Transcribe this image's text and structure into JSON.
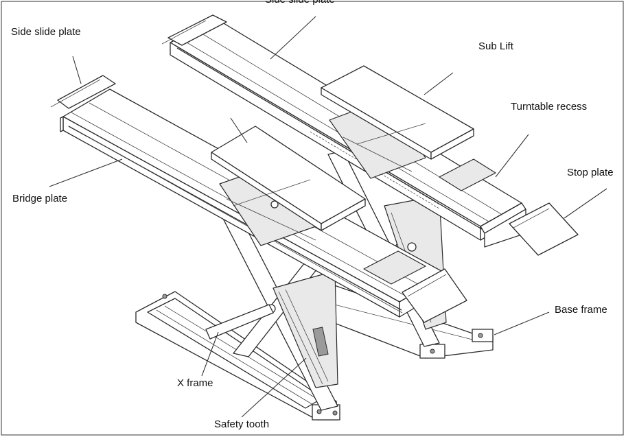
{
  "labels": {
    "side_slide_plate_top": "Side slide plate",
    "side_slide_plate_left": "Side slide plate",
    "sub_lift": "Sub Lift",
    "turntable_recess": "Turntable recess",
    "stop_plate": "Stop plate",
    "bridge_plate": "Bridge plate",
    "base_frame": "Base frame",
    "x_frame": "X frame",
    "safety_tooth": "Safety tooth"
  }
}
